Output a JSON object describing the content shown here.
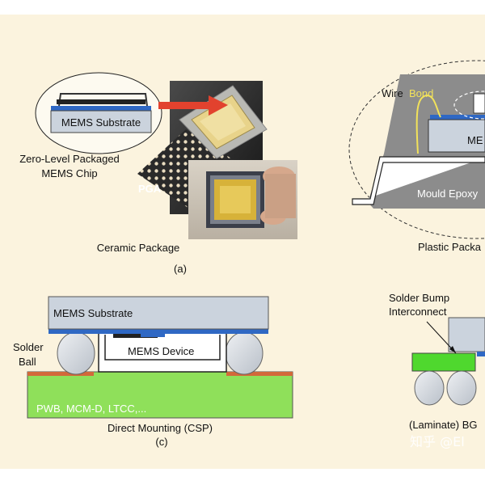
{
  "panel_a": {
    "mems_substrate": "MEMS Substrate",
    "zero_level_line1": "Zero-Level Packaged",
    "zero_level_line2": "MEMS Chip",
    "pga": "PGA",
    "caption": "Ceramic Package",
    "label": "(a)"
  },
  "panel_b": {
    "wire": "Wire",
    "bond": "Bond",
    "mems_partial": "ME",
    "mould_epoxy": "Mould Epoxy",
    "caption": "Plastic Packa"
  },
  "panel_c": {
    "mems_substrate": "MEMS Substrate",
    "mems_device": "MEMS Device",
    "solder_line1": "Solder",
    "solder_line2": "Ball",
    "board_label": "PWB, MCM-D, LTCC,...",
    "caption": "Direct Mounting (CSP)",
    "label": "(c)"
  },
  "panel_d": {
    "solder_bump_line1": "Solder Bump",
    "solder_bump_line2": "Interconnect",
    "caption": "(Laminate) BG"
  },
  "watermark": "知乎 @El",
  "colors": {
    "background": "#fbf3de",
    "substrate": "#cbd3dd",
    "pad_blue": "#2f68c4",
    "mould": "#8c8c8c",
    "pcb_green": "#8fe05a",
    "bga_green": "#4fd82e",
    "copper": "#d2693a",
    "arrow_red": "#e2422e",
    "wire_yellow": "#f2e25a"
  }
}
